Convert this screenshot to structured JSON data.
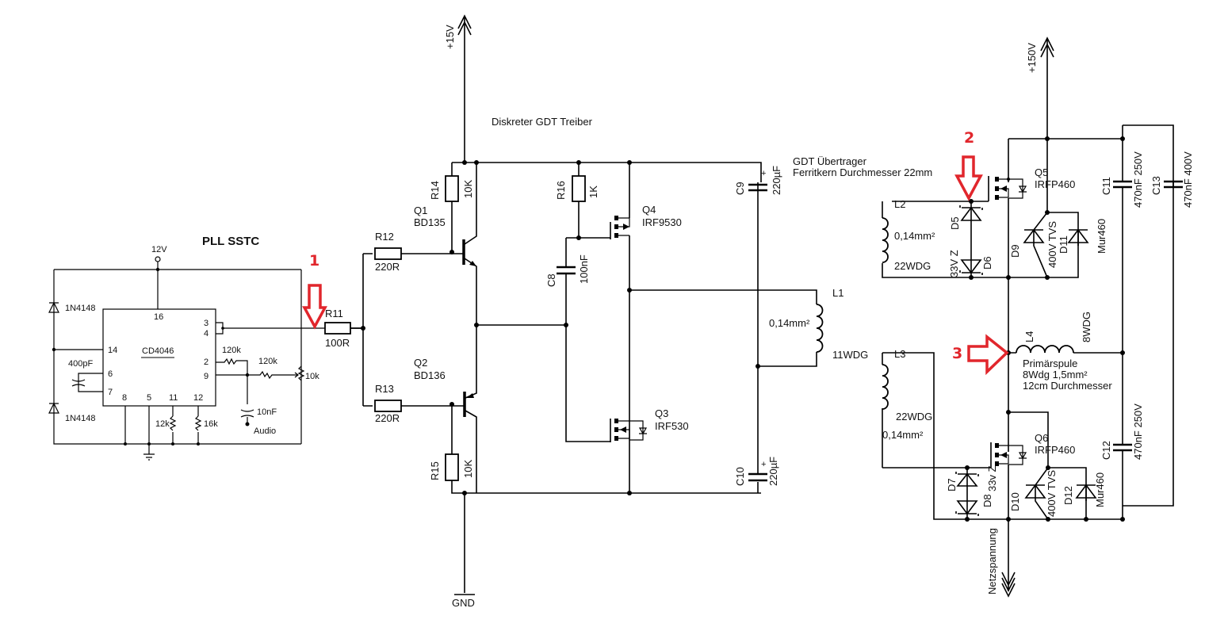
{
  "titles": {
    "pll": "PLL SSTC",
    "gdt_driver": "Diskreter GDT Treiber",
    "gdt_transformer_line1": "GDT Übertrager",
    "gdt_transformer_line2": "Ferritkern Durchmesser 22mm"
  },
  "markers": [
    "1",
    "2",
    "3"
  ],
  "marker_color": "#e1262c",
  "pll": {
    "supply": "12V",
    "ic_name": "CD4046",
    "pins": {
      "p16": "16",
      "p3": "3",
      "p4": "4",
      "p14": "14",
      "p2": "2",
      "p9": "9",
      "p6": "6",
      "p7": "7",
      "p8": "8",
      "p5": "5",
      "p11": "11",
      "p12": "12"
    },
    "diode_top": "1N4148",
    "diode_bottom": "1N4148",
    "cap_timing": "400pF",
    "r_pin2": "120k",
    "r_pin9": "120k",
    "pot": "10k",
    "cap_audio": "10nF",
    "audio_label": "Audio",
    "r_pin11": "12k",
    "r_pin12": "16k"
  },
  "driver": {
    "supply": "+15V",
    "ground": "GND",
    "R11": {
      "ref": "R11",
      "value": "100R"
    },
    "R12": {
      "ref": "R12",
      "value": "220R"
    },
    "R13": {
      "ref": "R13",
      "value": "220R"
    },
    "R14": {
      "ref": "R14",
      "value": "10K"
    },
    "R15": {
      "ref": "R15",
      "value": "10K"
    },
    "R16": {
      "ref": "R16",
      "value": "1K"
    },
    "Q1": {
      "ref": "Q1",
      "part": "BD135"
    },
    "Q2": {
      "ref": "Q2",
      "part": "BD136"
    },
    "Q3": {
      "ref": "Q3",
      "part": "IRF530"
    },
    "Q4": {
      "ref": "Q4",
      "part": "IRF9530"
    },
    "C8": {
      "ref": "C8",
      "value": "100nF"
    },
    "C9": {
      "ref": "C9",
      "value": "220µF"
    },
    "C10": {
      "ref": "C10",
      "value": "220µF"
    },
    "L1": {
      "ref": "L1",
      "wire": "0,14mm²",
      "turns": "11WDG"
    }
  },
  "bridge": {
    "supply": "+150V",
    "mains": "Netzspannung",
    "L2": {
      "ref": "L2",
      "wire": "0,14mm²",
      "turns": "22WDG"
    },
    "L3": {
      "ref": "L3",
      "wire": "0,14mm²",
      "turns": "22WDG"
    },
    "L4": {
      "ref": "L4",
      "turns": "8WDG",
      "desc1": "Primärspule",
      "desc2": "8Wdg 1,5mm²",
      "desc3": "12cm Durchmesser"
    },
    "Q5": {
      "ref": "Q5",
      "part": "IRFP460"
    },
    "Q6": {
      "ref": "Q6",
      "part": "IRFP460"
    },
    "D5": "D5",
    "D6": "D6",
    "D7": "D7",
    "D8": "D8",
    "zener_top": "33V Z",
    "zener_bottom": "33v Z",
    "D9": "D9",
    "D10": "D10",
    "D11": "D11",
    "D12": "D12",
    "tvs_top": "400V TVS",
    "tvs_bottom": "400V TVS",
    "mur_top": "Mur460",
    "mur_bottom": "Mur460",
    "C11": {
      "ref": "C11",
      "value": "470nF 250V"
    },
    "C12": {
      "ref": "C12",
      "value": "470nF 250V"
    },
    "C13": {
      "ref": "C13",
      "value": "470nF 400V"
    }
  }
}
